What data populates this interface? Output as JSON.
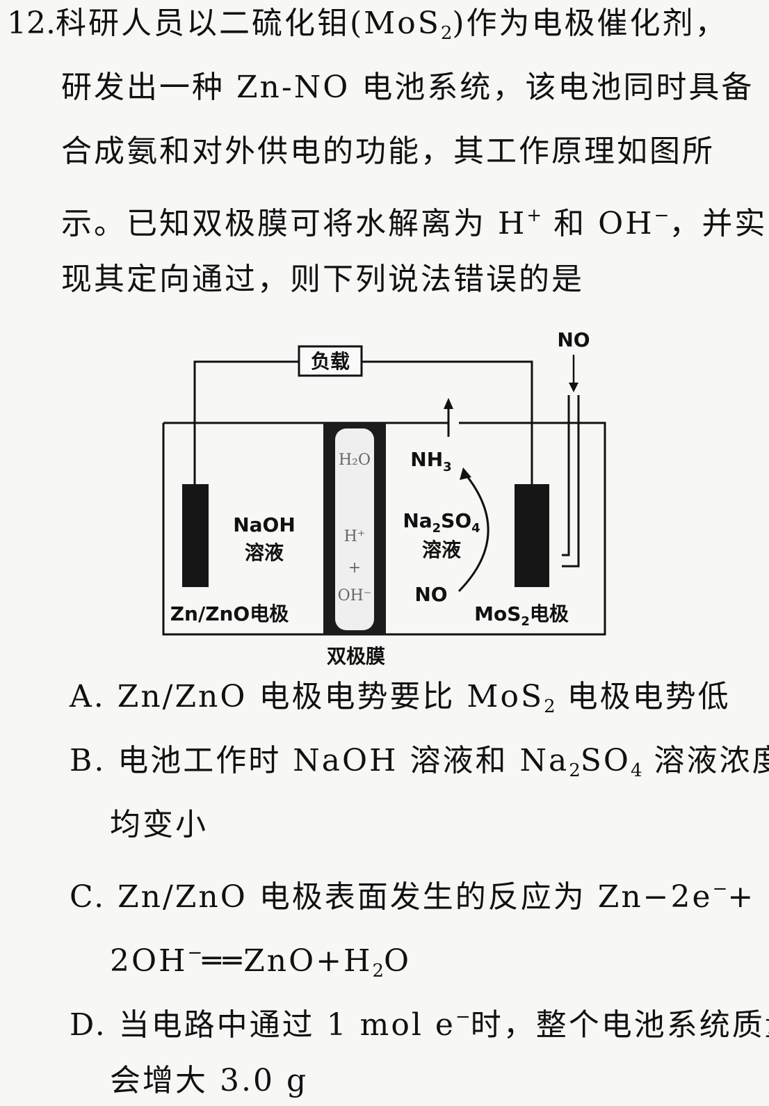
{
  "question": {
    "number": "12.",
    "stem_lines": [
      "科研人员以二硫化钼(",
      ")作为电极催化剂，",
      "研发出一种 Zn-NO 电池系统，该电池同时具备",
      "合成氨和对外供电的功能，其工作原理如图所",
      "示。已知双极膜可将水解离为 H",
      " 和 OH",
      "，并实",
      "现其定向通过，则下列说法错误的是"
    ],
    "mos2_formula": {
      "base": "MoS",
      "sub": "2"
    },
    "superscripts": {
      "plus": "+",
      "minus": "−"
    }
  },
  "diagram": {
    "load_label": "负载",
    "no_in_label": "NO",
    "nh3_label": {
      "base": "NH",
      "sub": "3"
    },
    "naoh_label": "NaOH",
    "left_solution_label": "溶液",
    "na2so4_label": {
      "base1": "Na",
      "sub1": "2",
      "base2": "SO",
      "sub2": "4"
    },
    "right_solution_label": "溶液",
    "membrane_texts": [
      "H₂O",
      "H⁺",
      "+",
      "OH⁻"
    ],
    "no_reactant_label": "NO",
    "left_electrode_label": "Zn/ZnO电极",
    "right_electrode_label": {
      "base": "MoS",
      "sub": "2",
      "rest": "电极"
    },
    "membrane_label": "双极膜"
  },
  "options": {
    "A": {
      "prefix": "A. Zn/ZnO 电极电势要比 MoS",
      "sub": "2",
      "suffix": " 电极电势低"
    },
    "B": {
      "line1_a": "B. 电池工作时 NaOH 溶液和 Na",
      "sub1": "2",
      "line1_b": "SO",
      "sub2": "4",
      "line1_c": " 溶液浓度",
      "line2": "均变小"
    },
    "C": {
      "line1": "C. Zn/ZnO 电极表面发生的反应为 Zn−2e",
      "sup1": "−",
      "line1_end": "+",
      "line2_a": "2OH",
      "sup2": "−",
      "line2_b": "══ZnO+H",
      "sub": "2",
      "line2_c": "O"
    },
    "D": {
      "line1_a": "D. 当电路中通过 1 mol e",
      "sup": "−",
      "line1_b": "时，整个电池系统质量",
      "line2": "会增大 3.0 g"
    }
  }
}
